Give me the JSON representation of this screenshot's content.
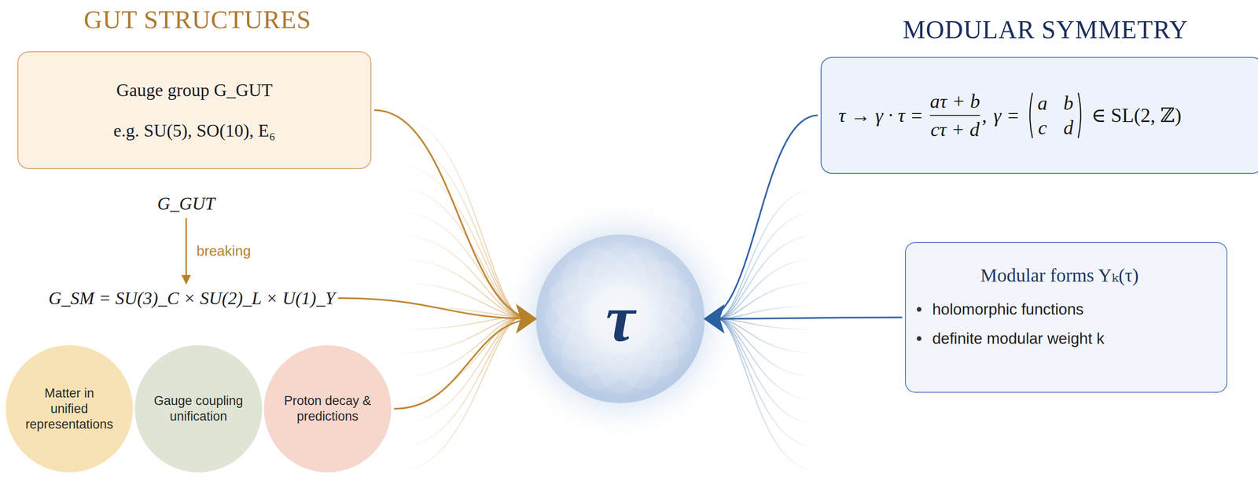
{
  "diagram": {
    "nodes": [
      {
        "text": [
          "Gauge group G_GUT",
          "e.g. SU(5), SO(10), E₆"
        ]
      },
      {
        "text": [
          "G_GUT"
        ]
      },
      {
        "text": [
          "G_SM = SU(3)_C × SU(2)_L × U(1)_Y"
        ]
      },
      {
        "text": [
          "Matter in unified representations"
        ]
      },
      {
        "text": [
          "Gauge coupling unification"
        ]
      },
      {
        "text": [
          "Proton decay & predictions"
        ]
      },
      {
        "text": [
          "τ"
        ]
      },
      {
        "text": [
          "τ → γ · τ =",
          "aτ + b",
          "cτ + d",
          ",",
          "γ =",
          "a",
          "b",
          "c",
          "d",
          "∈ SL(2, ℤ)"
        ]
      },
      {
        "text": [
          "Modular forms Yₖ(τ)",
          "holomorphic functions",
          "definite modular weight k"
        ]
      }
    ],
    "edges": [
      {
        "from": 1,
        "to": 2,
        "label": "breaking",
        "arrow": "to"
      },
      {
        "from": 0,
        "to": 6,
        "arrow": "to"
      },
      {
        "from": 2,
        "to": 6,
        "arrow": "to"
      },
      {
        "from": 5,
        "to": 6,
        "arrow": "to"
      },
      {
        "from": 7,
        "to": 6,
        "arrow": "to"
      },
      {
        "from": 8,
        "to": 6,
        "arrow": "to"
      }
    ],
    "labels": [
      "GUT STRUCTURES",
      "MODULAR SYMMETRY"
    ]
  }
}
